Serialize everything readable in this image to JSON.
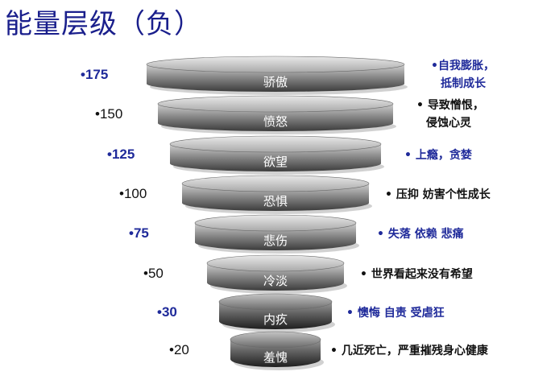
{
  "title": "能量层级（负）",
  "colors": {
    "title": "#1a1f8c",
    "highlight_text": "#1f2a9a",
    "normal_text": "#111111"
  },
  "levels": [
    {
      "value": "•175",
      "label": "骄傲",
      "description": [
        "•自我膨胀，",
        "抵制成长"
      ],
      "highlight": true
    },
    {
      "value": "•150",
      "label": "愤怒",
      "description": [
        "• 导致憎恨，",
        "侵蚀心灵"
      ],
      "highlight": false
    },
    {
      "value": "•125",
      "label": "欲望",
      "description": [
        "• 上瘾，贪婪"
      ],
      "highlight": true
    },
    {
      "value": "•100",
      "label": "恐惧",
      "description": [
        "• 压抑 妨害个性成长"
      ],
      "highlight": false
    },
    {
      "value": "•75",
      "label": "悲伤",
      "description": [
        "• 失落 依赖 悲痛"
      ],
      "highlight": true
    },
    {
      "value": "•50",
      "label": "冷淡",
      "description": [
        "• 世界看起来没有希望"
      ],
      "highlight": false
    },
    {
      "value": "•30",
      "label": "内疚",
      "description": [
        "• 懊悔 自责 受虐狂"
      ],
      "highlight": true
    },
    {
      "value": "•20",
      "label": "羞愧",
      "description": [
        "• 几近死亡，严重摧残身心健康"
      ],
      "highlight": false
    }
  ]
}
